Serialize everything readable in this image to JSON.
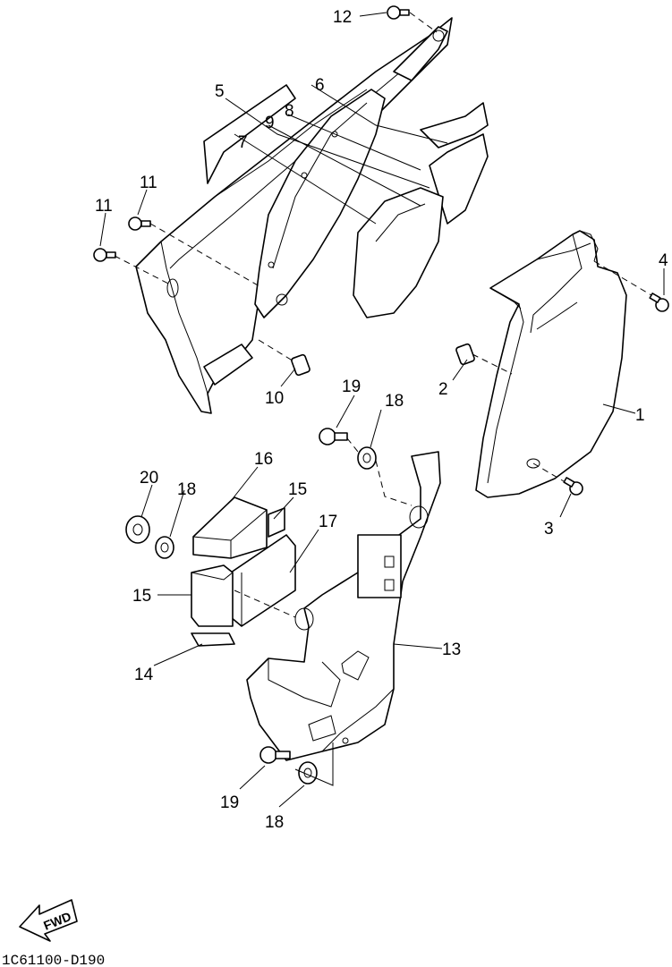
{
  "diagram": {
    "callouts": [
      "1",
      "2",
      "3",
      "4",
      "5",
      "6",
      "7",
      "8",
      "9",
      "10",
      "11",
      "11",
      "12",
      "13",
      "14",
      "15",
      "15",
      "16",
      "17",
      "18",
      "18",
      "18",
      "19",
      "19",
      "20"
    ],
    "fwd_label": "FWD",
    "figure_code": "1C61100-D190"
  }
}
